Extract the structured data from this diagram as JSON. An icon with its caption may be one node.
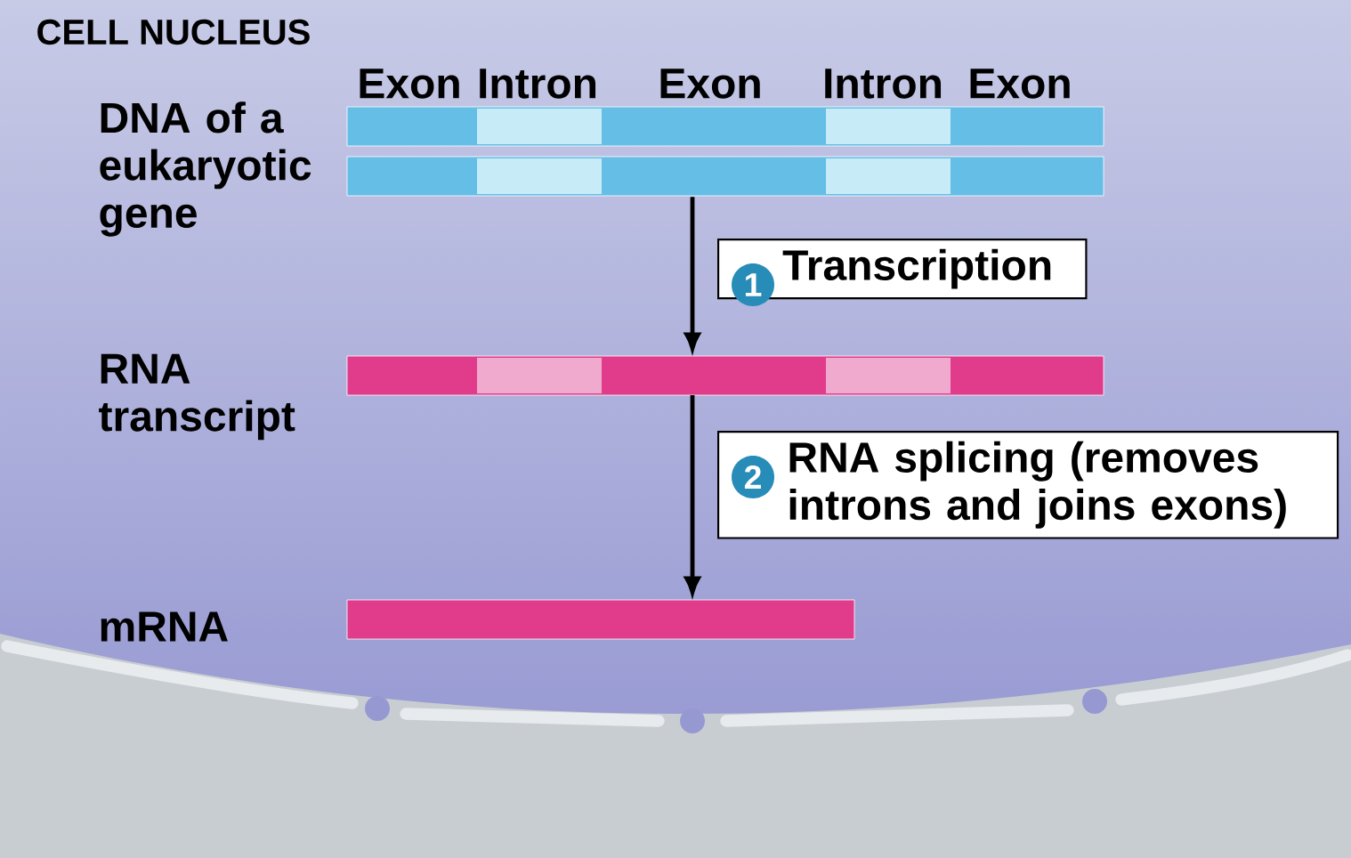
{
  "diagram": {
    "title": "CELL NUCLEUS",
    "nodes": [
      {
        "text": [],
        "shape": "bar",
        "beside": [
          "Exon",
          "Intron",
          "Exon",
          "Intron",
          "Exon",
          "DNA of a eukaryotic gene"
        ]
      },
      {
        "text": [],
        "shape": "bar",
        "beside": [
          "RNA transcript"
        ]
      },
      {
        "text": [],
        "shape": "bar",
        "beside": [
          "mRNA"
        ]
      }
    ],
    "edges": [
      {
        "from": 0,
        "to": 1,
        "arrow": "to",
        "label": "Transcription"
      },
      {
        "from": 1,
        "to": 2,
        "arrow": "to",
        "label": "RNA splicing (removes introns and joins exons)"
      }
    ],
    "labels": [
      "1",
      "2"
    ]
  }
}
